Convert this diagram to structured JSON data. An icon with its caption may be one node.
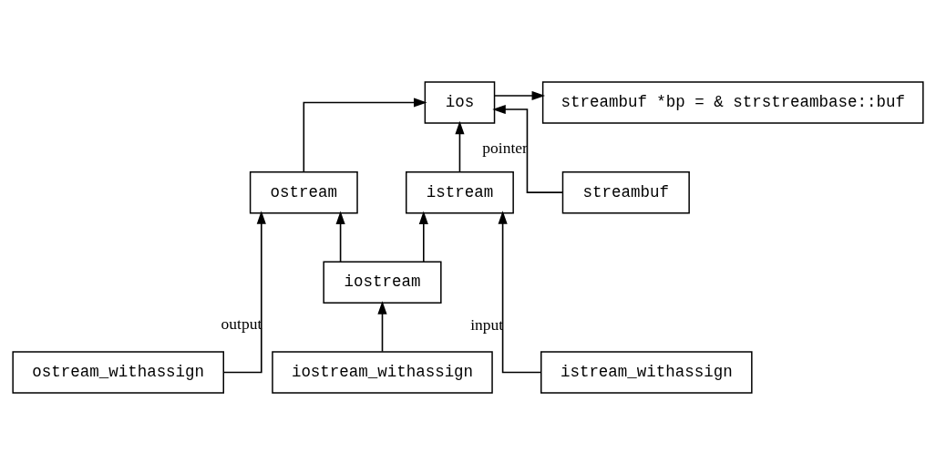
{
  "diagram": {
    "nodes": [
      {
        "text": [
          "ios"
        ]
      },
      {
        "text": [
          "streambuf *bp = & strstreambase::buf"
        ]
      },
      {
        "text": [
          "istream"
        ]
      },
      {
        "text": [
          "streambuf"
        ]
      },
      {
        "text": [
          "ostream"
        ]
      },
      {
        "text": [
          "iostream"
        ]
      },
      {
        "text": [
          "istream_withassign"
        ]
      },
      {
        "text": [
          "iostream_withassign"
        ]
      },
      {
        "text": [
          "ostream_withassign"
        ]
      }
    ],
    "edges": [
      {
        "from": 0,
        "to": 1,
        "arrow": "to"
      },
      {
        "from": 2,
        "to": 0,
        "arrow": "to"
      },
      {
        "from": 3,
        "to": 0,
        "arrow": "to",
        "label": "pointer"
      },
      {
        "from": 4,
        "to": 0,
        "arrow": "to"
      },
      {
        "from": 5,
        "to": 2,
        "arrow": "to"
      },
      {
        "from": 5,
        "to": 4,
        "arrow": "to"
      },
      {
        "from": 6,
        "to": 2,
        "arrow": "to",
        "label": "input"
      },
      {
        "from": 7,
        "to": 5,
        "arrow": "to"
      },
      {
        "from": 8,
        "to": 4,
        "arrow": "to",
        "label": "output"
      }
    ]
  }
}
